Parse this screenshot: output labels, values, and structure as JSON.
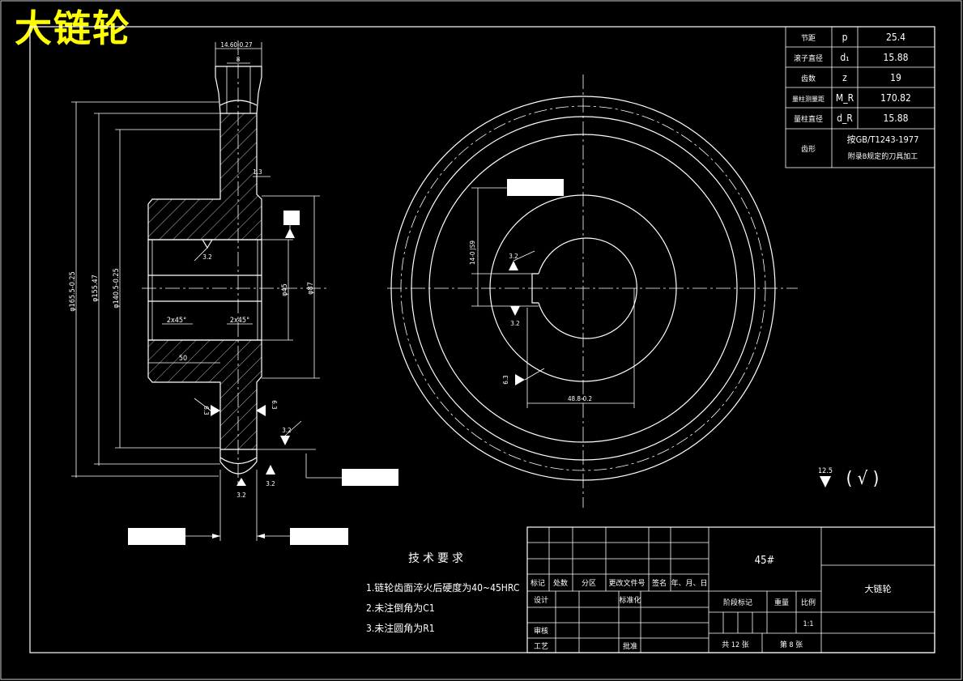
{
  "drawing_title": "大链轮",
  "params_table": {
    "rows": [
      {
        "name": "节距",
        "sym": "p",
        "val": "25.4"
      },
      {
        "name": "滚子直径",
        "sym": "d₁",
        "val": "15.88"
      },
      {
        "name": "齿数",
        "sym": "z",
        "val": "19"
      },
      {
        "name": "量柱测量距",
        "sym": "M_R",
        "val": "170.82"
      },
      {
        "name": "量柱直径",
        "sym": "d_R",
        "val": "15.88"
      }
    ],
    "tooth_name": "齿形",
    "tooth_line1": "按GB/T1243-1977",
    "tooth_line2": "附录B规定的刀具加工"
  },
  "section_dims": {
    "top_width": "14.60-0.27",
    "top_inner": "8",
    "d1": "φ165.5-0.25",
    "d2": "φ155.47",
    "d3": "φ140.5-0.25",
    "hub_bore": "φ45",
    "hub_od": "φ87",
    "hub_len": "50",
    "chamfer_l": "2x45°",
    "chamfer_r": "2x45°",
    "step": "1.3"
  },
  "roughness": {
    "r32": "3.2",
    "r63": "6.3",
    "general": "12.5",
    "general_paren": "( √ )"
  },
  "front_dims": {
    "keyway_w": "14-0 JS9",
    "keyway_depth": "48.8-0.2"
  },
  "tech_req": {
    "heading": "技 术 要 求",
    "items": [
      "1.链轮齿面淬火后硬度为40~45HRC",
      "2.未注倒角为C1",
      "3.未注圆角为R1"
    ]
  },
  "title_block": {
    "material": "45#",
    "part_name": "大链轮",
    "h_mark": "标记",
    "h_count": "处数",
    "h_zone": "分区",
    "h_docno": "更改文件号",
    "h_sign": "签名",
    "h_date": "年、月、日",
    "design": "设计",
    "standard": "标准化",
    "stage_mark": "阶段标记",
    "weight": "重量",
    "scale": "比例",
    "scale_val": "1:1",
    "review": "审核",
    "process": "工艺",
    "approve": "批准",
    "total_sheets": "共  12  张",
    "sheet_no": "第  8  张"
  }
}
